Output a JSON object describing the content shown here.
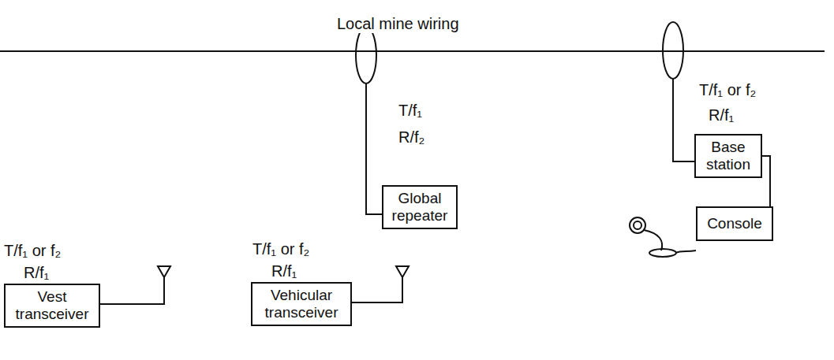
{
  "diagram": {
    "nodes": [
      {
        "text": [
          "Global repeater"
        ]
      },
      {
        "text": [
          "Base station"
        ]
      },
      {
        "text": [
          "Vest transceiver"
        ]
      },
      {
        "text": [
          "Vehicular transceiver"
        ]
      },
      {
        "text": [
          "Console"
        ]
      }
    ],
    "edges": [
      {
        "from": 1,
        "to": 4,
        "arrow": "none"
      }
    ],
    "labels": [
      "Local mine wiring",
      "T/f₁",
      "R/f₂",
      "T/f₁ or f₂",
      "R/f₁",
      "T/f₁ or f₂",
      "R/f₁",
      "T/f₁ or f₂",
      "R/f₁"
    ]
  }
}
